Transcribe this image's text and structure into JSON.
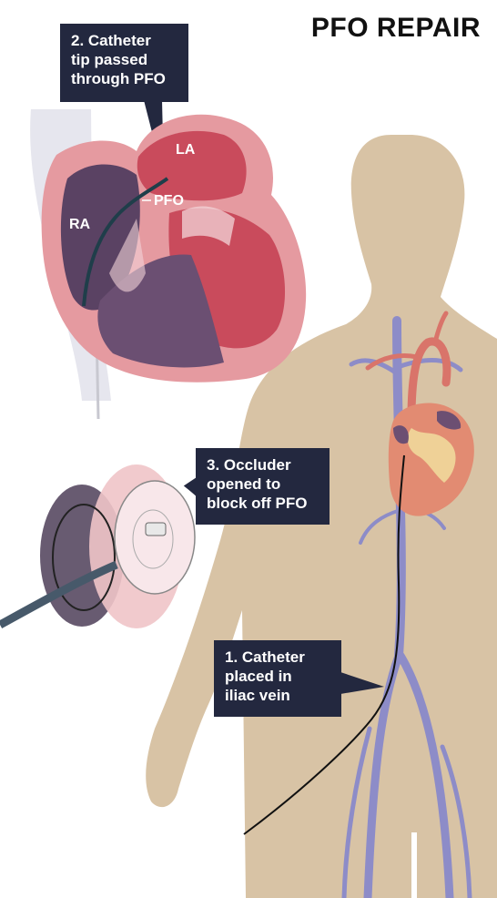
{
  "title": "PFO REPAIR",
  "callouts": {
    "step2": "2. Catheter\ntip passed\nthrough PFO",
    "step3": "3. Occluder\nopened to\nblock off PFO",
    "step1": "1. Catheter\nplaced in\niliac vein"
  },
  "chambers": {
    "la": "LA",
    "ra": "RA",
    "pfo": "PFO"
  },
  "colors": {
    "callout_bg": "#23283f",
    "skin": "#d8c3a5",
    "vein": "#8d8cc8",
    "artery": "#d9746a",
    "heart_wall": "#e59aa0",
    "left_atrium": "#c94b5c",
    "right_atrium": "#5a4263"
  }
}
